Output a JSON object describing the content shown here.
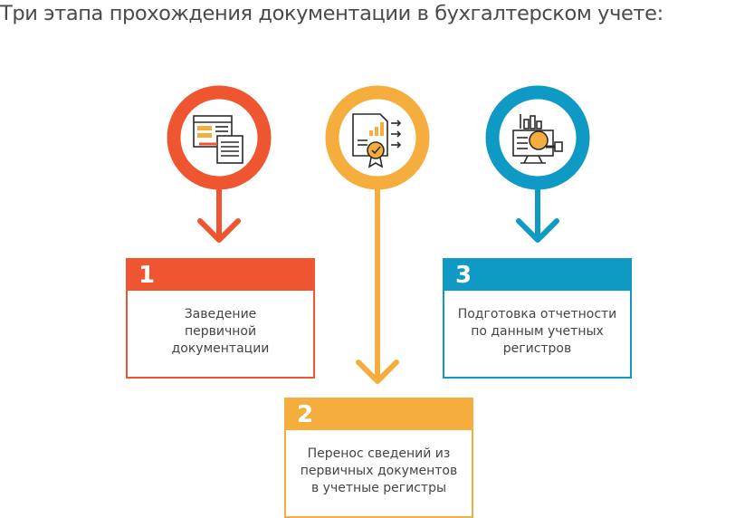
{
  "title": "Три этапа прохождения документации в бухгалтерском учете:",
  "colors": {
    "step1": "#ef5530",
    "step2": "#f5ae3d",
    "step3": "#0f9ac5",
    "icon_dark": "#2b2b2b",
    "icon_fill": "#f5ae3d"
  },
  "steps": [
    {
      "number": "1",
      "text": "Заведение первичной документации",
      "icon": "document-to-ledger-icon"
    },
    {
      "number": "2",
      "text": "Перенос сведений из первичных документов в учетные регистры",
      "icon": "certified-report-icon"
    },
    {
      "number": "3",
      "text": "Подготовка отчетности по данным учетных регистров",
      "icon": "analytics-monitor-icon"
    }
  ]
}
